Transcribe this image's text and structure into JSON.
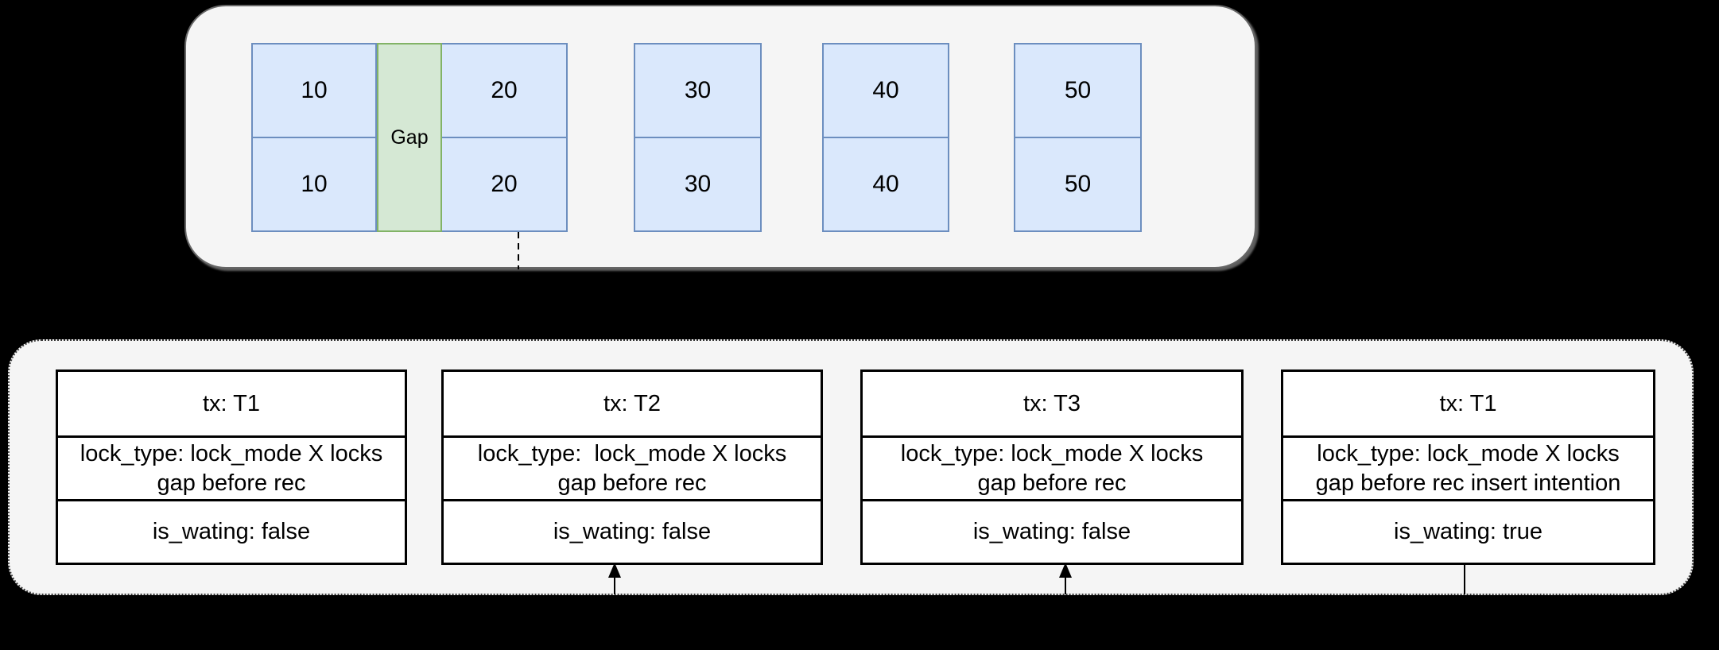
{
  "colors": {
    "canvas_background": "#000000",
    "panel_fill": "#f5f5f5",
    "panel_border": "#666666",
    "lock_panel_border_dotted": "#3a3a3a",
    "record_fill": "#dae8fc",
    "record_border": "#6c8ebf",
    "gap_fill": "#d5e8d4",
    "gap_border": "#82b366",
    "lock_box_fill": "#ffffff",
    "lock_box_border": "#000000",
    "text": "#000000"
  },
  "index_panel": {
    "records": [
      {
        "top": "10",
        "bottom": "10"
      },
      {
        "top": "20",
        "bottom": "20"
      },
      {
        "top": "30",
        "bottom": "30"
      },
      {
        "top": "40",
        "bottom": "40"
      },
      {
        "top": "50",
        "bottom": "50"
      }
    ],
    "gap_label": "Gap"
  },
  "lock_panel": {
    "locks": [
      {
        "tx": "tx: T1",
        "lock_type_line1": "lock_type: lock_mode X locks",
        "lock_type_line2": "gap before rec",
        "is_waiting": "is_wating: false",
        "connector": "none"
      },
      {
        "tx": "tx: T2",
        "lock_type_line1": "lock_type:  lock_mode X locks",
        "lock_type_line2": "gap before rec",
        "is_waiting": "is_wating: false",
        "connector": "arrow-up"
      },
      {
        "tx": "tx: T3",
        "lock_type_line1": "lock_type: lock_mode X locks",
        "lock_type_line2": "gap before rec",
        "is_waiting": "is_wating: false",
        "connector": "arrow-up"
      },
      {
        "tx": "tx: T1",
        "lock_type_line1": "lock_type: lock_mode X locks",
        "lock_type_line2": "gap before rec insert intention",
        "is_waiting": "is_wating: true",
        "connector": "line-down"
      }
    ]
  }
}
